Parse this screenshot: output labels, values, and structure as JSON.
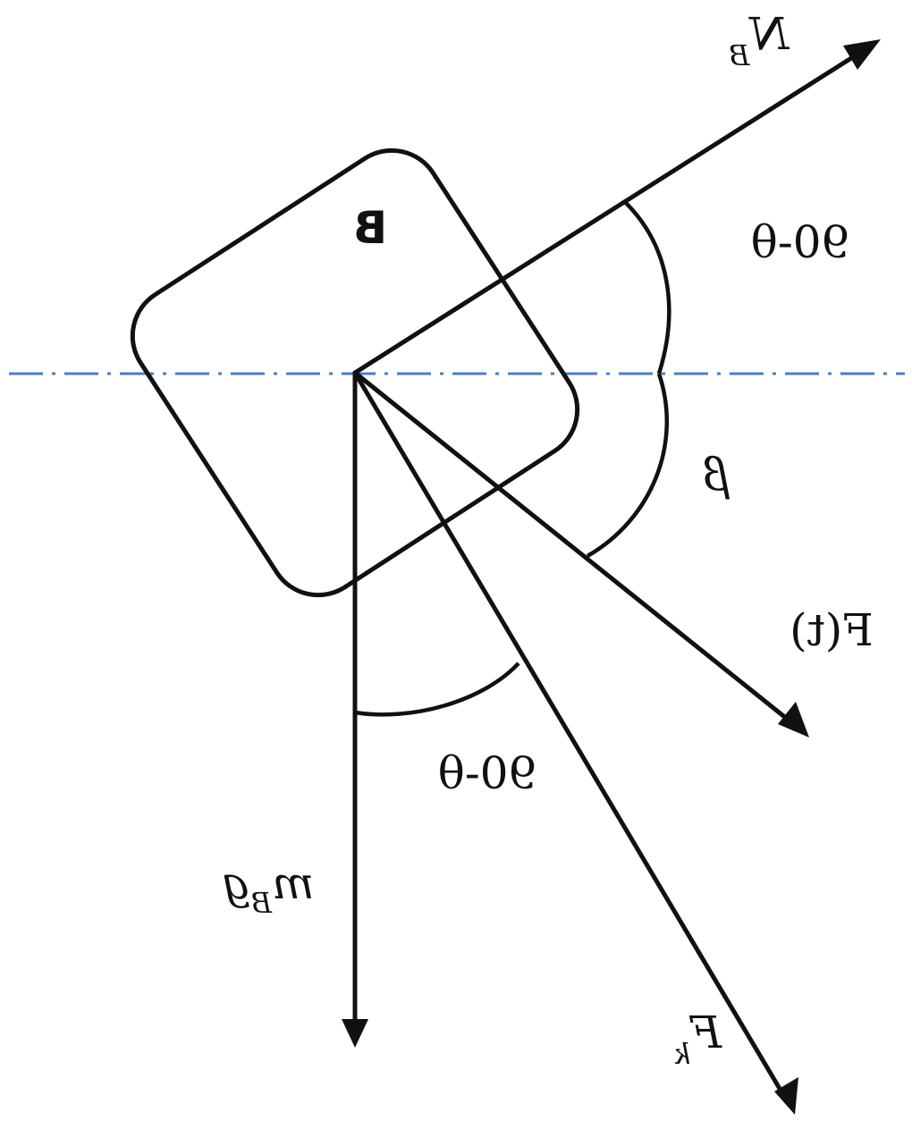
{
  "diagram": {
    "block_label": "B",
    "labels": {
      "normal_force": "N",
      "normal_force_sub": "B",
      "applied_force": "F(t)",
      "weight": "m",
      "weight_sub": "B",
      "weight_g": "g",
      "friction_force": "F",
      "friction_force_sub": "k",
      "angle_upper": "90-θ",
      "angle_beta": "β",
      "angle_lower": "90-θ"
    },
    "colors": {
      "ink": "#111111",
      "reference_line": "#4a7fc1",
      "background": "#ffffff"
    }
  }
}
